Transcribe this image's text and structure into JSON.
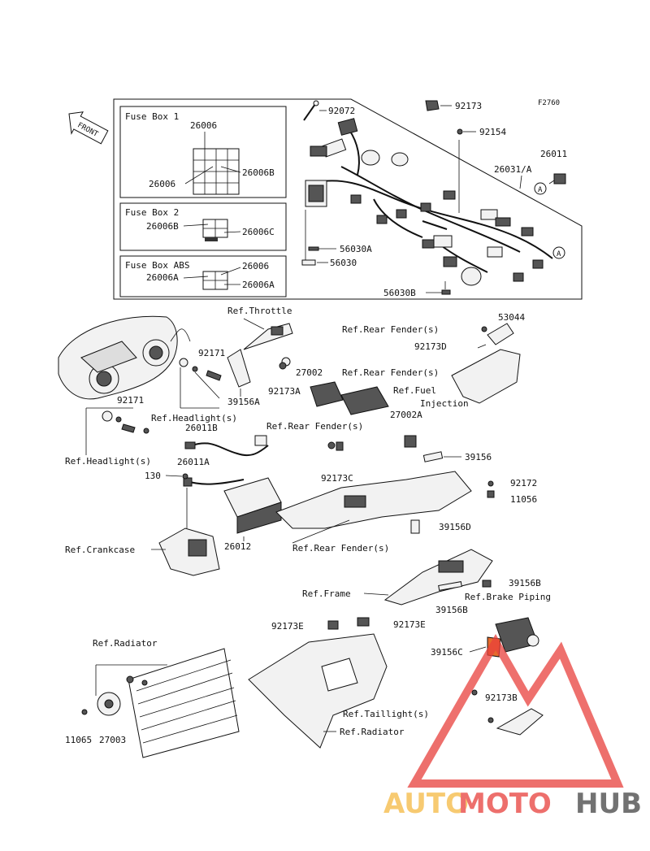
{
  "figure_code": "F2760",
  "front_label": "FRONT",
  "fuse_boxes": {
    "box1": {
      "title": "Fuse Box 1",
      "parts": [
        "26006",
        "26006",
        "26006B"
      ]
    },
    "box2": {
      "title": "Fuse Box 2",
      "parts": [
        "26006B",
        "26006C"
      ]
    },
    "abs": {
      "title": "Fuse Box ABS",
      "parts": [
        "26006",
        "26006A",
        "26006A"
      ]
    }
  },
  "parts": {
    "p92072": "92072",
    "p92173": "92173",
    "p92154": "92154",
    "p26011": "26011",
    "p26031A": "26031/A",
    "p56030A": "56030A",
    "p56030": "56030",
    "p56030B": "56030B",
    "p53044": "53044",
    "p92173D": "92173D",
    "p92171a": "92171",
    "p92171b": "92171",
    "p39156A": "39156A",
    "p92173A": "92173A",
    "p27002": "27002",
    "p27002A": "27002A",
    "p26011B": "26011B",
    "p26011A": "26011A",
    "p130": "130",
    "p26012": "26012",
    "p39156": "39156",
    "p92173C": "92173C",
    "p92172": "92172",
    "p11056": "11056",
    "p39156D": "39156D",
    "p39156B_a": "39156B",
    "p39156B_b": "39156B",
    "p92173E_a": "92173E",
    "p92173E_b": "92173E",
    "p39156C": "39156C",
    "p92173B": "92173B",
    "p11065": "11065",
    "p27003": "27003"
  },
  "refs": {
    "throttle": "Ref.Throttle",
    "rear_fender_1": "Ref.Rear Fender(s)",
    "rear_fender_2": "Ref.Rear Fender(s)",
    "fuel_injection_1": "Ref.Fuel",
    "fuel_injection_2": "Injection",
    "headlight_1": "Ref.Headlight(s)",
    "headlight_2": "Ref.Headlight(s)",
    "rear_fender_3": "Ref.Rear Fender(s)",
    "crankcase": "Ref.Crankcase",
    "rear_fender_4": "Ref.Rear Fender(s)",
    "frame": "Ref.Frame",
    "brake_piping": "Ref.Brake Piping",
    "radiator_1": "Ref.Radiator",
    "taillight": "Ref.Taillight(s)",
    "radiator_2": "Ref.Radiator"
  },
  "circle_marks": [
    "A",
    "A"
  ],
  "watermark": {
    "text_a": "AUTO",
    "text_b": "MOTO",
    "text_c": "HUB",
    "color_a": "#f5b942",
    "color_b": "#e8403c",
    "color_c": "#444444"
  }
}
